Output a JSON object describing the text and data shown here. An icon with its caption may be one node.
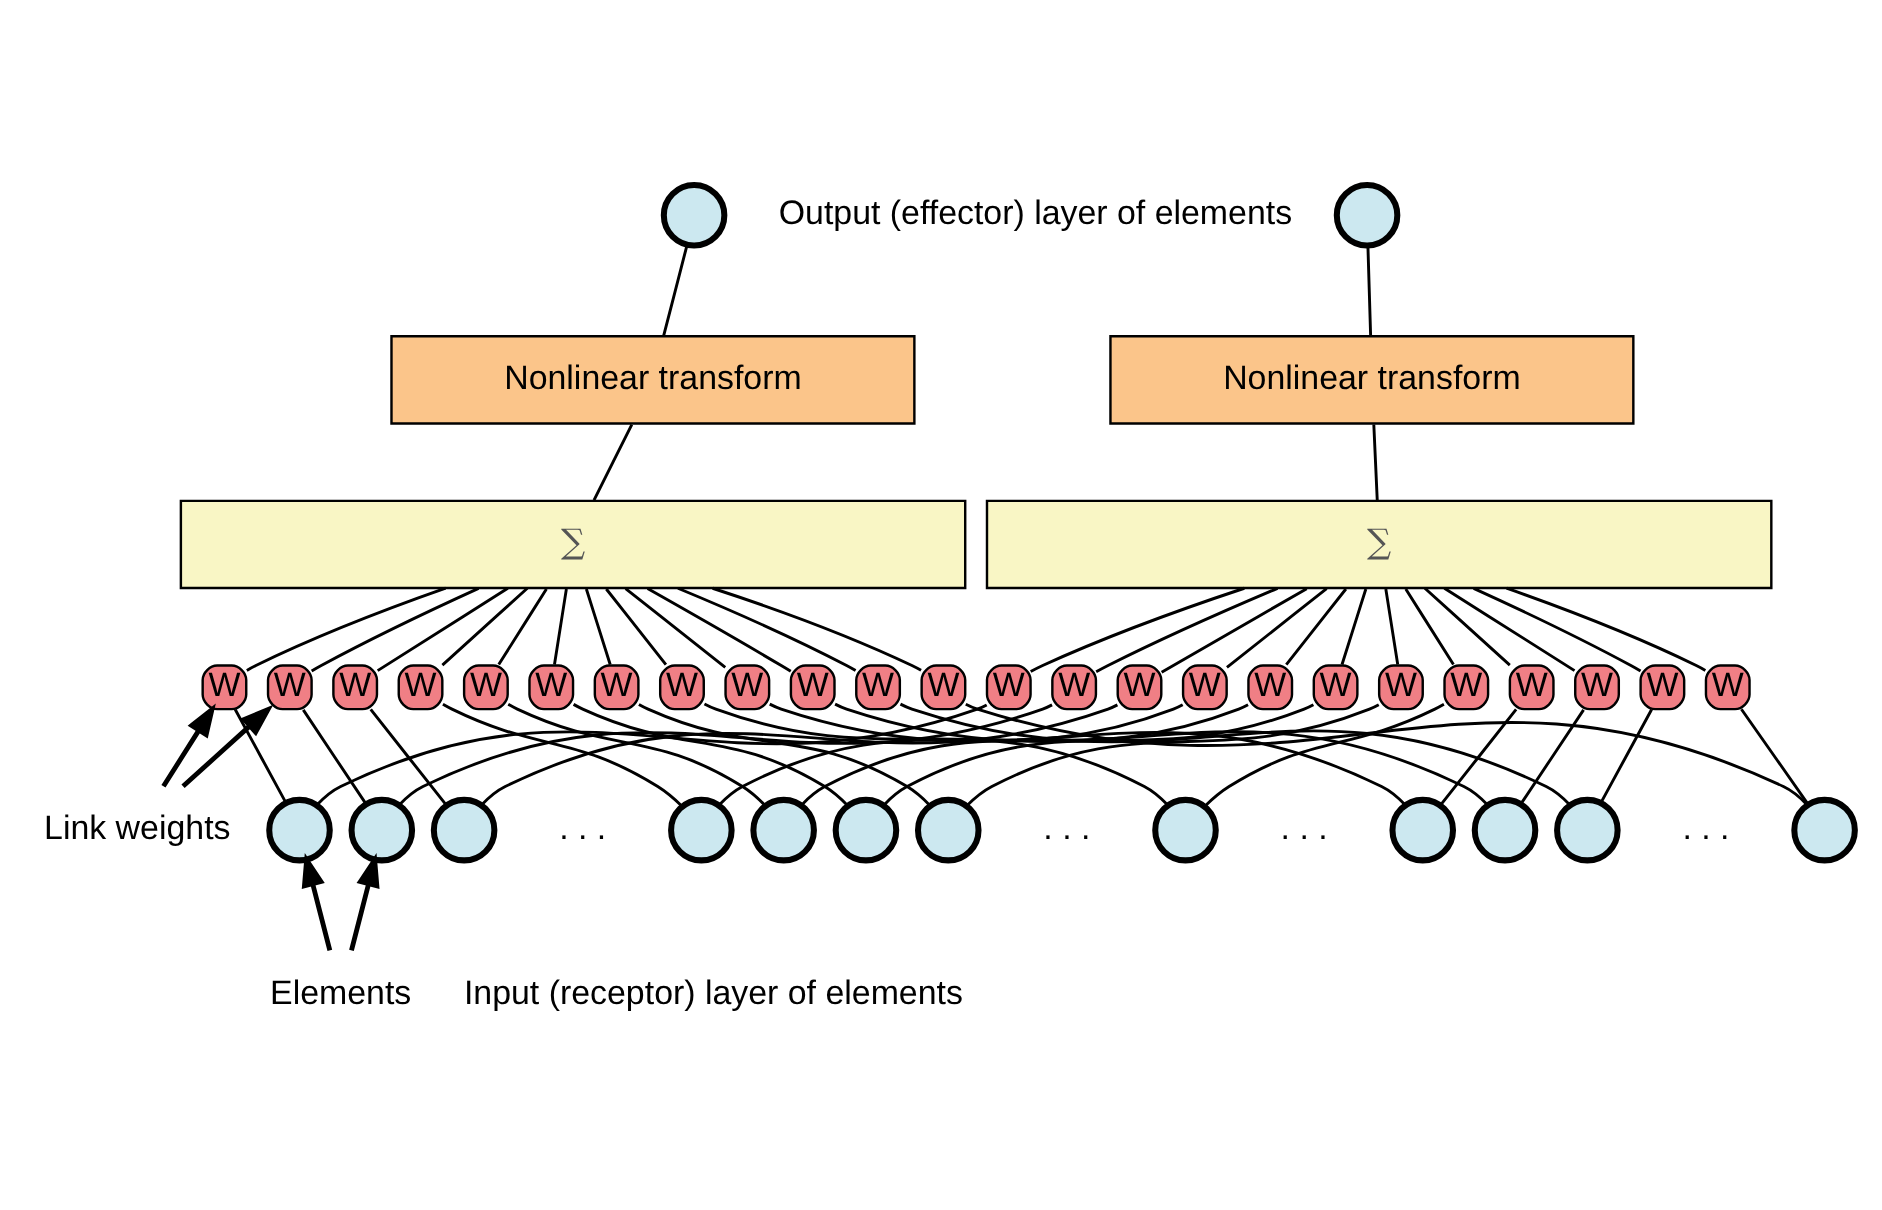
{
  "diagram": {
    "nodes": [
      {
        "text": [],
        "shape": "circle"
      },
      {
        "text": [],
        "shape": "circle"
      },
      {
        "text": [
          "Nonlinear transform"
        ]
      },
      {
        "text": [
          "Nonlinear transform"
        ]
      },
      {
        "text": [
          "∑"
        ]
      },
      {
        "text": [
          "∑"
        ]
      },
      {
        "text": [
          "W"
        ]
      },
      {
        "text": [
          "W"
        ]
      },
      {
        "text": [
          "W"
        ]
      },
      {
        "text": [
          "W"
        ]
      },
      {
        "text": [
          "W"
        ]
      },
      {
        "text": [
          "W"
        ]
      },
      {
        "text": [
          "W"
        ]
      },
      {
        "text": [
          "W"
        ]
      },
      {
        "text": [
          "W"
        ]
      },
      {
        "text": [
          "W"
        ]
      },
      {
        "text": [
          "W"
        ]
      },
      {
        "text": [
          "W"
        ]
      },
      {
        "text": [
          "W"
        ]
      },
      {
        "text": [
          "W"
        ]
      },
      {
        "text": [
          "W"
        ]
      },
      {
        "text": [
          "W"
        ]
      },
      {
        "text": [
          "W"
        ]
      },
      {
        "text": [
          "W"
        ]
      },
      {
        "text": [
          "W"
        ]
      },
      {
        "text": [
          "W"
        ]
      },
      {
        "text": [
          "W"
        ]
      },
      {
        "text": [
          "W"
        ]
      },
      {
        "text": [
          "W"
        ]
      },
      {
        "text": [
          "W"
        ]
      },
      {
        "text": [
          "Link weights"
        ]
      },
      {
        "text": [],
        "shape": "circle"
      },
      {
        "text": [],
        "shape": "circle"
      },
      {
        "text": [],
        "shape": "circle"
      },
      {
        "text": [],
        "shape": "circle"
      },
      {
        "text": [],
        "shape": "circle"
      },
      {
        "text": [],
        "shape": "circle"
      },
      {
        "text": [],
        "shape": "circle"
      },
      {
        "text": [],
        "shape": "circle"
      },
      {
        "text": [],
        "shape": "circle"
      },
      {
        "text": [],
        "shape": "circle"
      },
      {
        "text": [],
        "shape": "circle"
      },
      {
        "text": [],
        "shape": "circle"
      },
      {
        "text": [
          "Elements"
        ]
      }
    ],
    "edges": [
      {
        "from": 2,
        "to": 0,
        "arrow": "none"
      },
      {
        "from": 3,
        "to": 1,
        "arrow": "none"
      },
      {
        "from": 4,
        "to": 2,
        "arrow": "none"
      },
      {
        "from": 5,
        "to": 3,
        "arrow": "none"
      },
      {
        "from": 6,
        "to": 4,
        "arrow": "none"
      },
      {
        "from": 7,
        "to": 4,
        "arrow": "none"
      },
      {
        "from": 8,
        "to": 4,
        "arrow": "none"
      },
      {
        "from": 9,
        "to": 4,
        "arrow": "none"
      },
      {
        "from": 10,
        "to": 4,
        "arrow": "none"
      },
      {
        "from": 11,
        "to": 4,
        "arrow": "none"
      },
      {
        "from": 12,
        "to": 4,
        "arrow": "none"
      },
      {
        "from": 13,
        "to": 4,
        "arrow": "none"
      },
      {
        "from": 14,
        "to": 4,
        "arrow": "none"
      },
      {
        "from": 15,
        "to": 4,
        "arrow": "none"
      },
      {
        "from": 16,
        "to": 4,
        "arrow": "none"
      },
      {
        "from": 17,
        "to": 4,
        "arrow": "none"
      },
      {
        "from": 18,
        "to": 5,
        "arrow": "none"
      },
      {
        "from": 19,
        "to": 5,
        "arrow": "none"
      },
      {
        "from": 20,
        "to": 5,
        "arrow": "none"
      },
      {
        "from": 21,
        "to": 5,
        "arrow": "none"
      },
      {
        "from": 22,
        "to": 5,
        "arrow": "none"
      },
      {
        "from": 23,
        "to": 5,
        "arrow": "none"
      },
      {
        "from": 24,
        "to": 5,
        "arrow": "none"
      },
      {
        "from": 25,
        "to": 5,
        "arrow": "none"
      },
      {
        "from": 26,
        "to": 5,
        "arrow": "none"
      },
      {
        "from": 27,
        "to": 5,
        "arrow": "none"
      },
      {
        "from": 28,
        "to": 5,
        "arrow": "none"
      },
      {
        "from": 29,
        "to": 5,
        "arrow": "none"
      },
      {
        "from": 31,
        "to": 6,
        "arrow": "none"
      },
      {
        "from": 32,
        "to": 7,
        "arrow": "none"
      },
      {
        "from": 33,
        "to": 8,
        "arrow": "none"
      },
      {
        "from": 34,
        "to": 9,
        "arrow": "none"
      },
      {
        "from": 35,
        "to": 10,
        "arrow": "none"
      },
      {
        "from": 36,
        "to": 11,
        "arrow": "none"
      },
      {
        "from": 37,
        "to": 12,
        "arrow": "none"
      },
      {
        "from": 38,
        "to": 13,
        "arrow": "none"
      },
      {
        "from": 39,
        "to": 14,
        "arrow": "none"
      },
      {
        "from": 40,
        "to": 15,
        "arrow": "none"
      },
      {
        "from": 41,
        "to": 16,
        "arrow": "none"
      },
      {
        "from": 42,
        "to": 17,
        "arrow": "none"
      },
      {
        "from": 31,
        "to": 18,
        "arrow": "none"
      },
      {
        "from": 32,
        "to": 19,
        "arrow": "none"
      },
      {
        "from": 33,
        "to": 20,
        "arrow": "none"
      },
      {
        "from": 34,
        "to": 21,
        "arrow": "none"
      },
      {
        "from": 35,
        "to": 22,
        "arrow": "none"
      },
      {
        "from": 36,
        "to": 23,
        "arrow": "none"
      },
      {
        "from": 37,
        "to": 24,
        "arrow": "none"
      },
      {
        "from": 38,
        "to": 25,
        "arrow": "none"
      },
      {
        "from": 39,
        "to": 26,
        "arrow": "none"
      },
      {
        "from": 40,
        "to": 27,
        "arrow": "none"
      },
      {
        "from": 41,
        "to": 28,
        "arrow": "none"
      },
      {
        "from": 42,
        "to": 29,
        "arrow": "none"
      },
      {
        "from": 30,
        "to": 6,
        "arrow": "to"
      },
      {
        "from": 30,
        "to": 7,
        "arrow": "to"
      },
      {
        "from": 43,
        "to": 31,
        "arrow": "to"
      },
      {
        "from": 43,
        "to": 32,
        "arrow": "to"
      }
    ],
    "labels": [
      "Output (effector) layer of elements",
      ". . .",
      ". . .",
      ". . .",
      ". . .",
      "Input (receptor) layer of elements"
    ]
  }
}
